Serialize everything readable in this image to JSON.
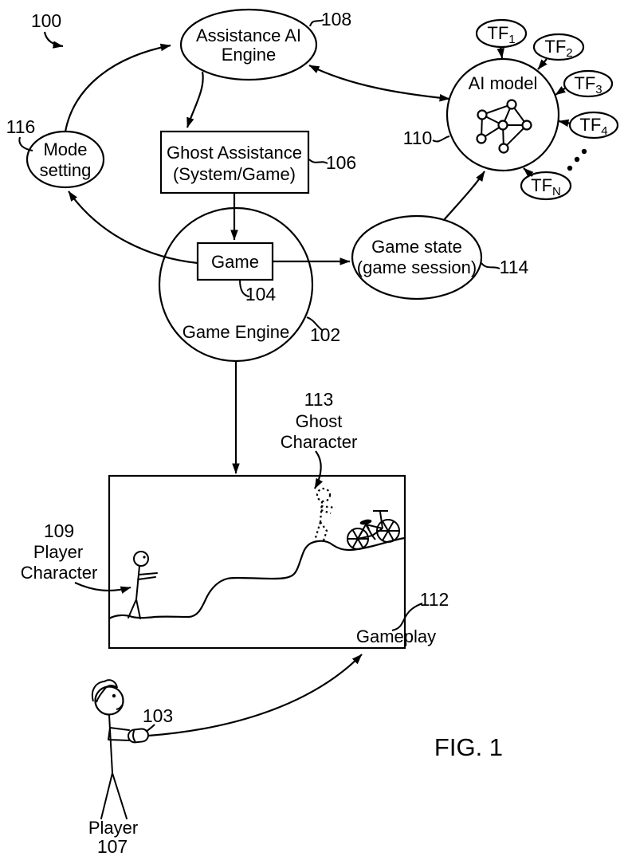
{
  "figure": {
    "fig_label": "FIG. 1",
    "system_ref": "100"
  },
  "nodes": {
    "assistance_engine": {
      "line1": "Assistance AI",
      "line2": "Engine",
      "ref": "108"
    },
    "ai_model": {
      "label": "AI model",
      "ref": "110"
    },
    "mode_setting": {
      "line1": "Mode",
      "line2": "setting",
      "ref": "116"
    },
    "ghost_assistance": {
      "line1": "Ghost Assistance",
      "line2": "(System/Game)",
      "ref": "106"
    },
    "game": {
      "label": "Game",
      "ref": "104"
    },
    "game_engine": {
      "label": "Game Engine",
      "ref": "102"
    },
    "game_state": {
      "line1": "Game state",
      "line2": "(game session)",
      "ref": "114"
    },
    "gameplay": {
      "label": "Gameplay",
      "ref": "112"
    }
  },
  "characters": {
    "ghost": {
      "ref": "113",
      "line1": "Ghost",
      "line2": "Character"
    },
    "player_character": {
      "ref": "109",
      "line1": "Player",
      "line2": "Character"
    },
    "player": {
      "label": "Player",
      "ref": "107"
    },
    "controller_ref": "103"
  },
  "training_files": [
    {
      "base": "TF",
      "sub": "1"
    },
    {
      "base": "TF",
      "sub": "2"
    },
    {
      "base": "TF",
      "sub": "3"
    },
    {
      "base": "TF",
      "sub": "4"
    },
    {
      "base": "TF",
      "sub": "N"
    }
  ],
  "colors": {
    "ink": "#000000",
    "paper": "#ffffff"
  }
}
